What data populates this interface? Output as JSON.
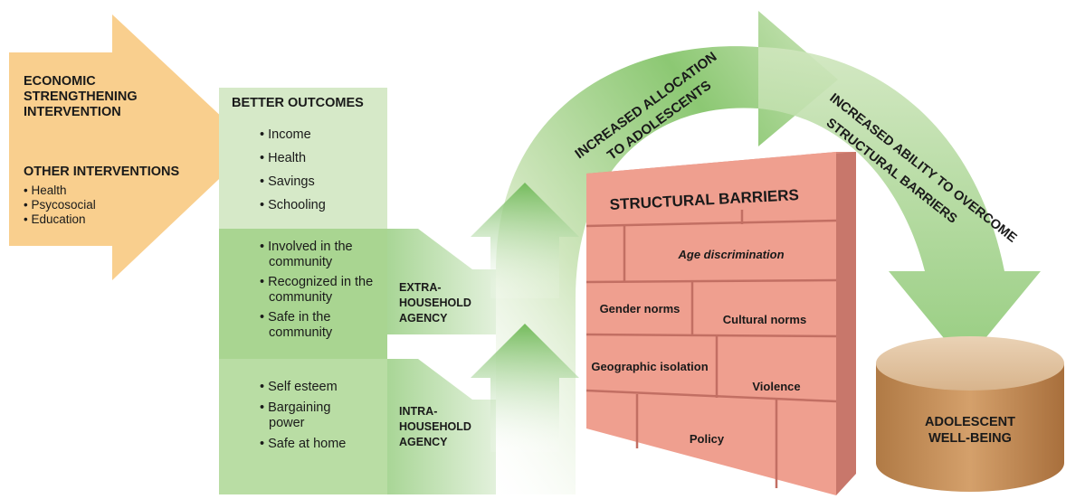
{
  "interventions": {
    "economic_title": "ECONOMIC STRENGTHENING INTERVENTION",
    "other_title": "OTHER INTERVENTIONS",
    "other_items": [
      "Health",
      "Psycosocial",
      "Education"
    ]
  },
  "better_outcomes": {
    "title": "BETTER OUTCOMES",
    "items": [
      "Income",
      "Health",
      "Savings",
      "Schooling"
    ]
  },
  "extra_household": {
    "label": "EXTRA-HOUSEHOLD AGENCY",
    "items": [
      "Involved in the community",
      "Recognized in the community",
      "Safe in the community"
    ]
  },
  "intra_household": {
    "label": "INTRA-HOUSEHOLD AGENCY",
    "items": [
      "Self esteem",
      "Bargaining power",
      "Safe at home"
    ]
  },
  "arc": {
    "left_line1": "INCREASED ALLOCATION",
    "left_line2": "TO ADOLESCENTS",
    "right_line1": "INCREASED ABILITY TO OVERCOME",
    "right_line2": "STRUCTURAL BARRIERS"
  },
  "wall": {
    "title": "STRUCTURAL BARRIERS",
    "bricks": {
      "age": "Age discrimination",
      "gender": "Gender norms",
      "cultural": "Cultural norms",
      "geographic": "Geographic isolation",
      "violence": "Violence",
      "policy": "Policy"
    }
  },
  "outcome": {
    "line1": "ADOLESCENT",
    "line2": "WELL-BEING"
  },
  "colors": {
    "orange": "#f9cf8e",
    "green_light": "#d6e9c8",
    "green_mid": "#b7d9a0",
    "green_dark": "#74bb5c",
    "wall_face": "#ef9f8f",
    "wall_side": "#c8776b",
    "cylinder": "#c08a52"
  }
}
